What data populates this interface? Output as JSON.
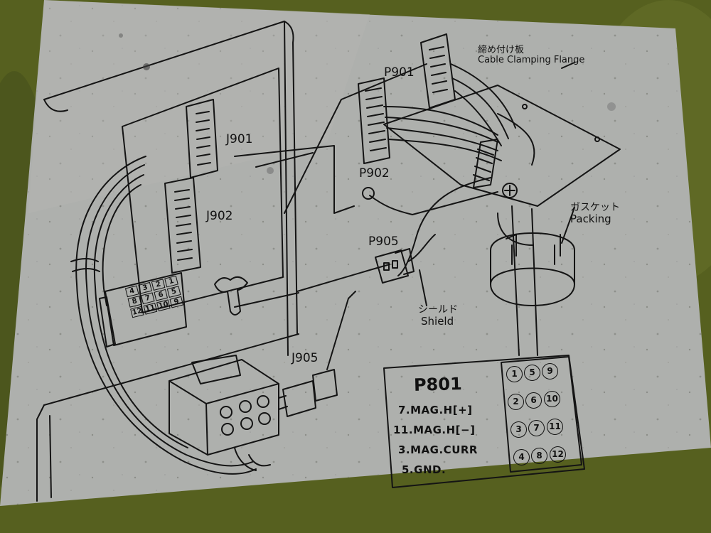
{
  "labels": {
    "j901": "J901",
    "j902": "J902",
    "j905": "J905",
    "p901": "P901",
    "p902": "P902",
    "p905": "P905",
    "flange_jp": "締め付け板",
    "flange_en": "Cable Clamping Flange",
    "packing_jp": "ガスケット",
    "packing_en": "Packing",
    "shield_jp": "シールド",
    "shield_en": "Shield"
  },
  "legend": {
    "title": "P801",
    "lines": [
      "7.MAG.H[+]",
      "11.MAG.H[−]",
      "3.MAG.CURR",
      "5.GND."
    ],
    "pins": [
      "1",
      "5",
      "9",
      "2",
      "6",
      "10",
      "3",
      "7",
      "11",
      "4",
      "8",
      "12"
    ]
  },
  "connector_j_pins": [
    "4",
    "3",
    "2",
    "1",
    "8",
    "7",
    "6",
    "5",
    "12",
    "11",
    "10",
    "9"
  ]
}
